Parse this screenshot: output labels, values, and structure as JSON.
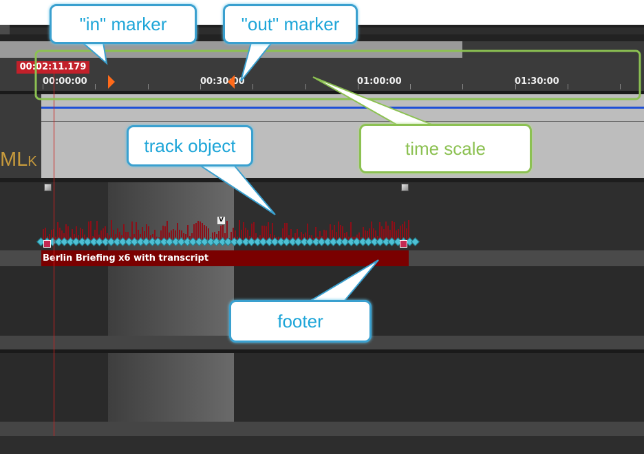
{
  "timecode": "00:02:11.179",
  "time_scale": {
    "labels": [
      "00:00:00",
      "00:30:00",
      "01:00:00",
      "01:30:00"
    ]
  },
  "left_panel_text": "ML",
  "left_panel_sub": "K",
  "clip": {
    "name": "Berlin Briefing x6 with transcript",
    "badge": "V"
  },
  "callouts": {
    "in_marker": "\"in\" marker",
    "out_marker": "\"out\" marker",
    "time_scale": "time scale",
    "track_object": "track object",
    "footer": "footer"
  },
  "colors": {
    "timecode_bg": "#c2202a",
    "in_out_marker": "#ff6a1a",
    "footer_bg": "#7a0000",
    "keyframe": "#4ec0d4",
    "callout_blue": "#1da5d8",
    "callout_green": "#8cc152"
  }
}
